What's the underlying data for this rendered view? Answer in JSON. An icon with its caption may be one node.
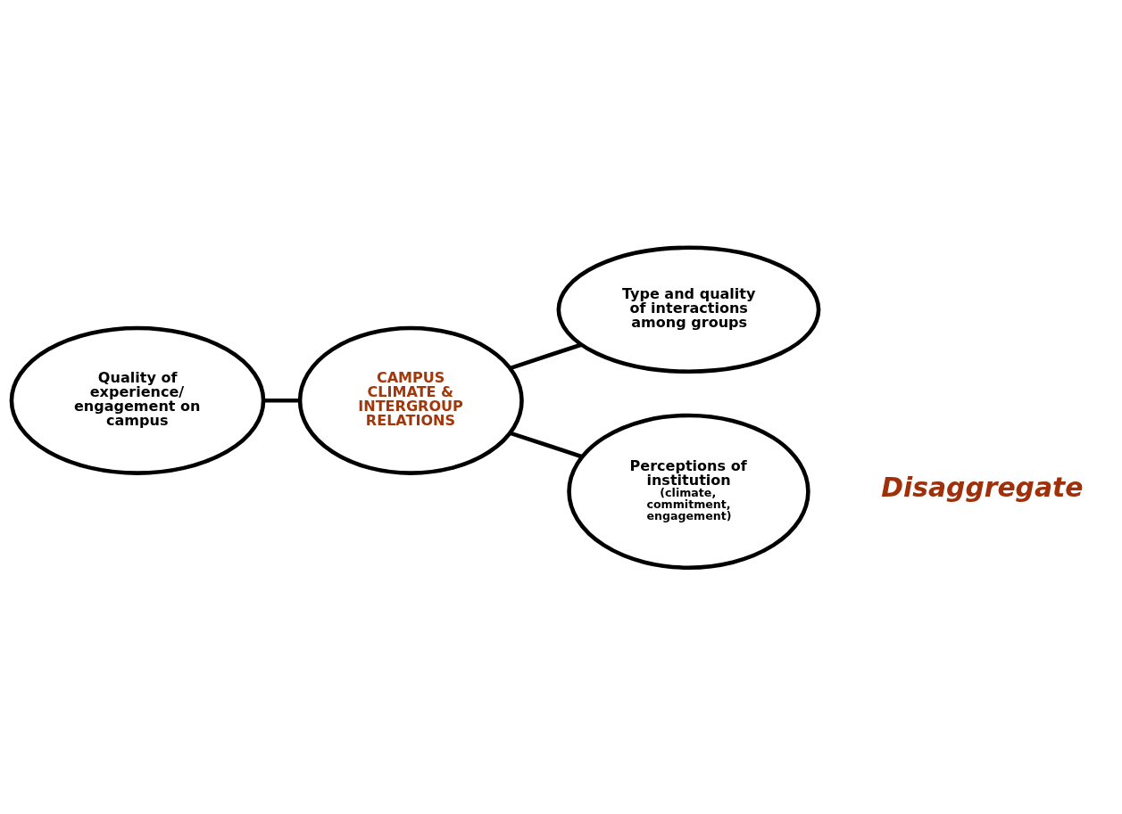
{
  "diagram": {
    "nodes": [
      {
        "text": [
          "CAMPUS CLIMATE & INTERGROUP RELATIONS"
        ]
      },
      {
        "text": [
          "Type and quality of interactions among groups"
        ]
      },
      {
        "text": [
          "Quality of experience/ engagement on campus"
        ]
      },
      {
        "text": [
          "Perceptions of institution",
          "(climate, commitment, engagement)"
        ]
      }
    ],
    "edges": [
      {
        "from": 0,
        "to": 1,
        "arrow": "none"
      },
      {
        "from": 2,
        "to": 0,
        "arrow": "none"
      },
      {
        "from": 0,
        "to": 3,
        "arrow": "none"
      }
    ],
    "labels": [
      "Disaggregate"
    ]
  }
}
